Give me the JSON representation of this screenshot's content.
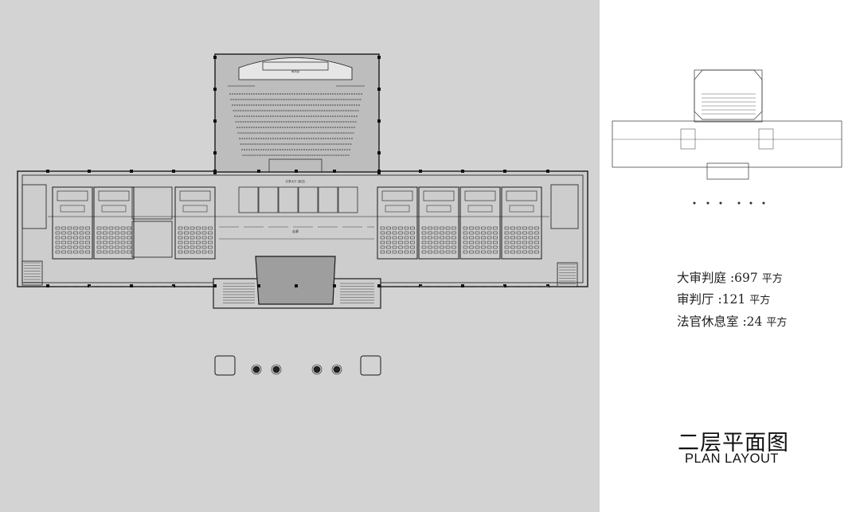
{
  "plan": {
    "corridor_label": "走廊",
    "lobby_label": "共享大厅 (挑空)",
    "stage_label": "审判台"
  },
  "area_list": [
    {
      "name": "大审判庭",
      "area": "697",
      "unit": "平方"
    },
    {
      "name": "审判厅",
      "area": "121",
      "unit": "平方"
    },
    {
      "name": "法官休息室",
      "area": "24",
      "unit": "平方"
    }
  ],
  "title": {
    "cn": "二层平面图",
    "en": "PLAN LAYOUT"
  },
  "colors": {
    "plan_background": "#d3d3d3",
    "plan_fill": "#cdcdcd",
    "auditorium_fill": "#bdbdbd",
    "atrium_fill": "#9e9e9e",
    "line": "#1a1a1a"
  }
}
